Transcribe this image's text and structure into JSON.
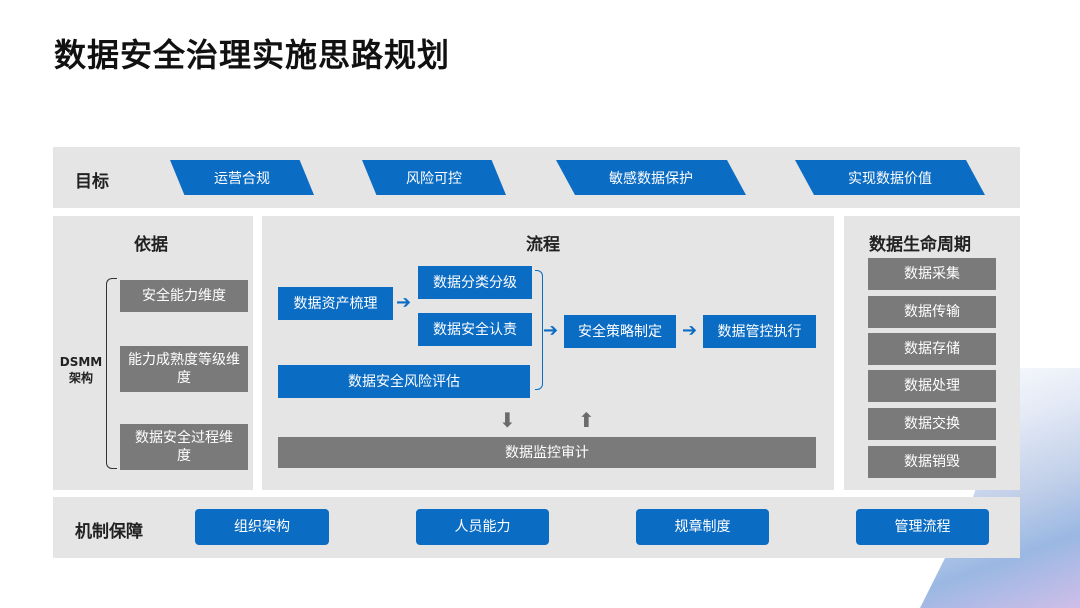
{
  "title": "数据安全治理实施思路规划",
  "goals": {
    "label": "目标",
    "items": [
      "运营合规",
      "风险可控",
      "敏感数据保护",
      "实现数据价值"
    ]
  },
  "basis": {
    "label": "依据",
    "dsmm": "DSMM",
    "dsmm_sub": "架构",
    "items": [
      "安全能力维度",
      "能力成熟度等级维度",
      "数据安全过程维度"
    ]
  },
  "process": {
    "label": "流程",
    "asset": "数据资产梳理",
    "classify": "数据分类分级",
    "responsibility": "数据安全认责",
    "risk": "数据安全风险评估",
    "policy": "安全策略制定",
    "control": "数据管控执行",
    "audit": "数据监控审计"
  },
  "lifecycle": {
    "label": "数据生命周期",
    "items": [
      "数据采集",
      "数据传输",
      "数据存储",
      "数据处理",
      "数据交换",
      "数据销毁"
    ]
  },
  "mechanism": {
    "label": "机制保障",
    "items": [
      "组织架构",
      "人员能力",
      "规章制度",
      "管理流程"
    ]
  },
  "colors": {
    "accent": "#0b6cc4",
    "panel": "#e5e5e5",
    "gray_box": "#7a7a7a"
  }
}
